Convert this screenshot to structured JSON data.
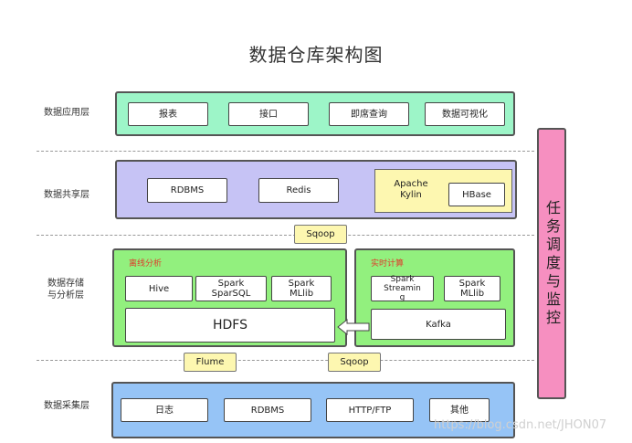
{
  "title": "数据仓库架构图",
  "layers": {
    "application": {
      "label": "数据应用层",
      "items": [
        "报表",
        "接口",
        "即席查询",
        "数据可视化"
      ]
    },
    "sharing": {
      "label": "数据共享层",
      "rdbms": "RDBMS",
      "redis": "Redis",
      "kylin": "Apache\nKylin",
      "hbase": "HBase"
    },
    "storage": {
      "label": "数据存储\n与分析层",
      "offline": {
        "label": "离线分析",
        "hive": "Hive",
        "spark_sql": "Spark\nSparSQL",
        "spark_mllib": "Spark\nMLlib",
        "hdfs": "HDFS"
      },
      "realtime": {
        "label": "实时计算",
        "spark_streaming": "Spark\nStreamin\ng",
        "spark_mllib": "Spark\nMLlib",
        "kafka": "Kafka"
      }
    },
    "collection": {
      "label": "数据采集层",
      "items": [
        "日志",
        "RDBMS",
        "HTTP/FTP",
        "其他"
      ]
    }
  },
  "connectors": {
    "sqoop_top": "Sqoop",
    "flume": "Flume",
    "sqoop_bottom": "Sqoop"
  },
  "monitor": "任务调度与监控",
  "watermark": "https://blog.csdn.net/JHON07",
  "colors": {
    "application": "#9df5c8",
    "sharing": "#c6c3f5",
    "kylin_panel": "#fdf7b0",
    "storage": "#92f07e",
    "collection": "#96c4f6",
    "monitor": "#f68fc0",
    "connector": "#fdf7b0"
  }
}
